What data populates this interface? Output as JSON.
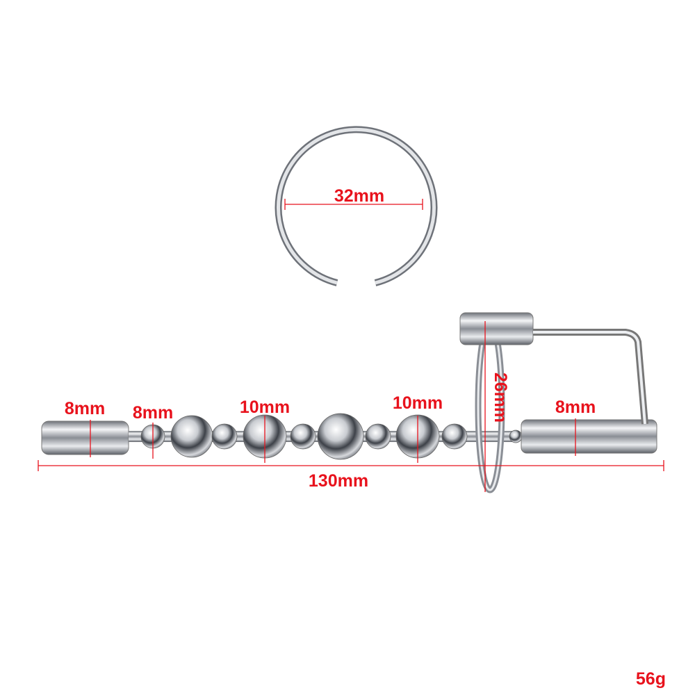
{
  "colors": {
    "dimension": "#e8121c",
    "metal": "#c8cbd0"
  },
  "ring": {
    "diameter_label": "32mm"
  },
  "rod": {
    "tip_diameter_label": "8mm",
    "small_bead_label": "8mm",
    "bead_label_1": "10mm",
    "bead_label_2": "10mm",
    "end_diameter_label": "8mm",
    "plate_label": "26mm",
    "length_label": "130mm"
  },
  "weight_label": "56g"
}
